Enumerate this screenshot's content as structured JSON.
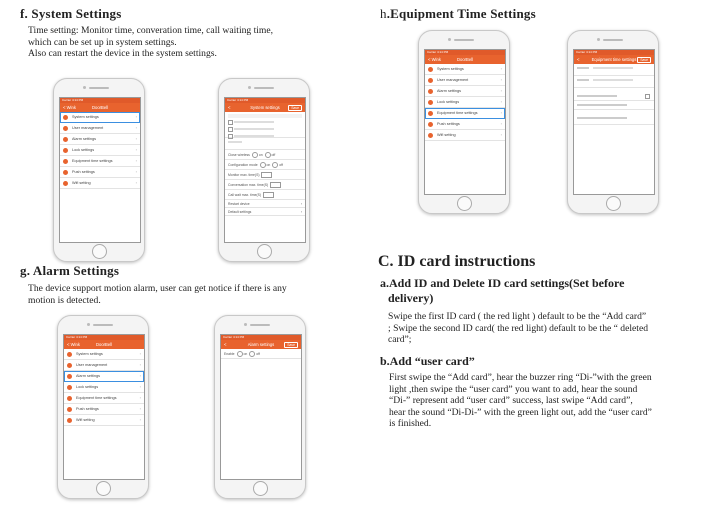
{
  "sections": {
    "f": {
      "title": "f. System Settings",
      "lines": [
        "Time setting: Monitor time, converation time, call waiting time,",
        "which can be set up in system settings.",
        "Also can restart the device in the system settings."
      ]
    },
    "h": {
      "title_prefix": "h",
      "title_rest": ".Equipment Time Settings"
    },
    "g": {
      "title": "g. Alarm Settings",
      "lines": [
        "The device support motion alarm, user can get notice if there is any",
        "motion is detected."
      ]
    },
    "c": {
      "title": "C. ID card instructions",
      "a_title_1": "a.Add ID and Delete ID card settings(Set before",
      "a_title_2": "delivery)",
      "a_lines": [
        "Swipe the first ID card ( the red light ) default to be the “Add card”",
        "; Swipe the second ID card( the red light)  default to be the “ deleted",
        "card”;"
      ],
      "b_title": "b.Add “user card”",
      "b_lines": [
        "First swipe the “Add card”, hear the buzzer ring “Di-”with the green",
        "light ,then swipe the “user card” you want to add, hear the sound",
        "“Di-” represent add “user card” success, last swipe “Add card”,",
        "hear the sound “Di-Di-” with the green light out, add the “user card”",
        "is finished."
      ]
    }
  },
  "app": {
    "status": "Carrier 4:14 PM",
    "back": "< Wink",
    "title": "DoorBell",
    "menu": [
      "System settings",
      "User management",
      "Alarm settings",
      "Lock settings",
      "Equipment time settings",
      "Push settings",
      "Wifi setting"
    ],
    "system_title": "System settings",
    "alarm_title": "Alarm settings",
    "time_title": "Equipment time settings",
    "save": "Save",
    "sys_rows": [
      "Close wireless",
      "Configuration mode",
      "Monitor max. time(S)",
      "Conversation max. time(S)",
      "Call wait max. time(S)",
      "Restart device",
      "Default settings"
    ],
    "on": "on",
    "off": "off",
    "alarm_row": "Enable"
  }
}
